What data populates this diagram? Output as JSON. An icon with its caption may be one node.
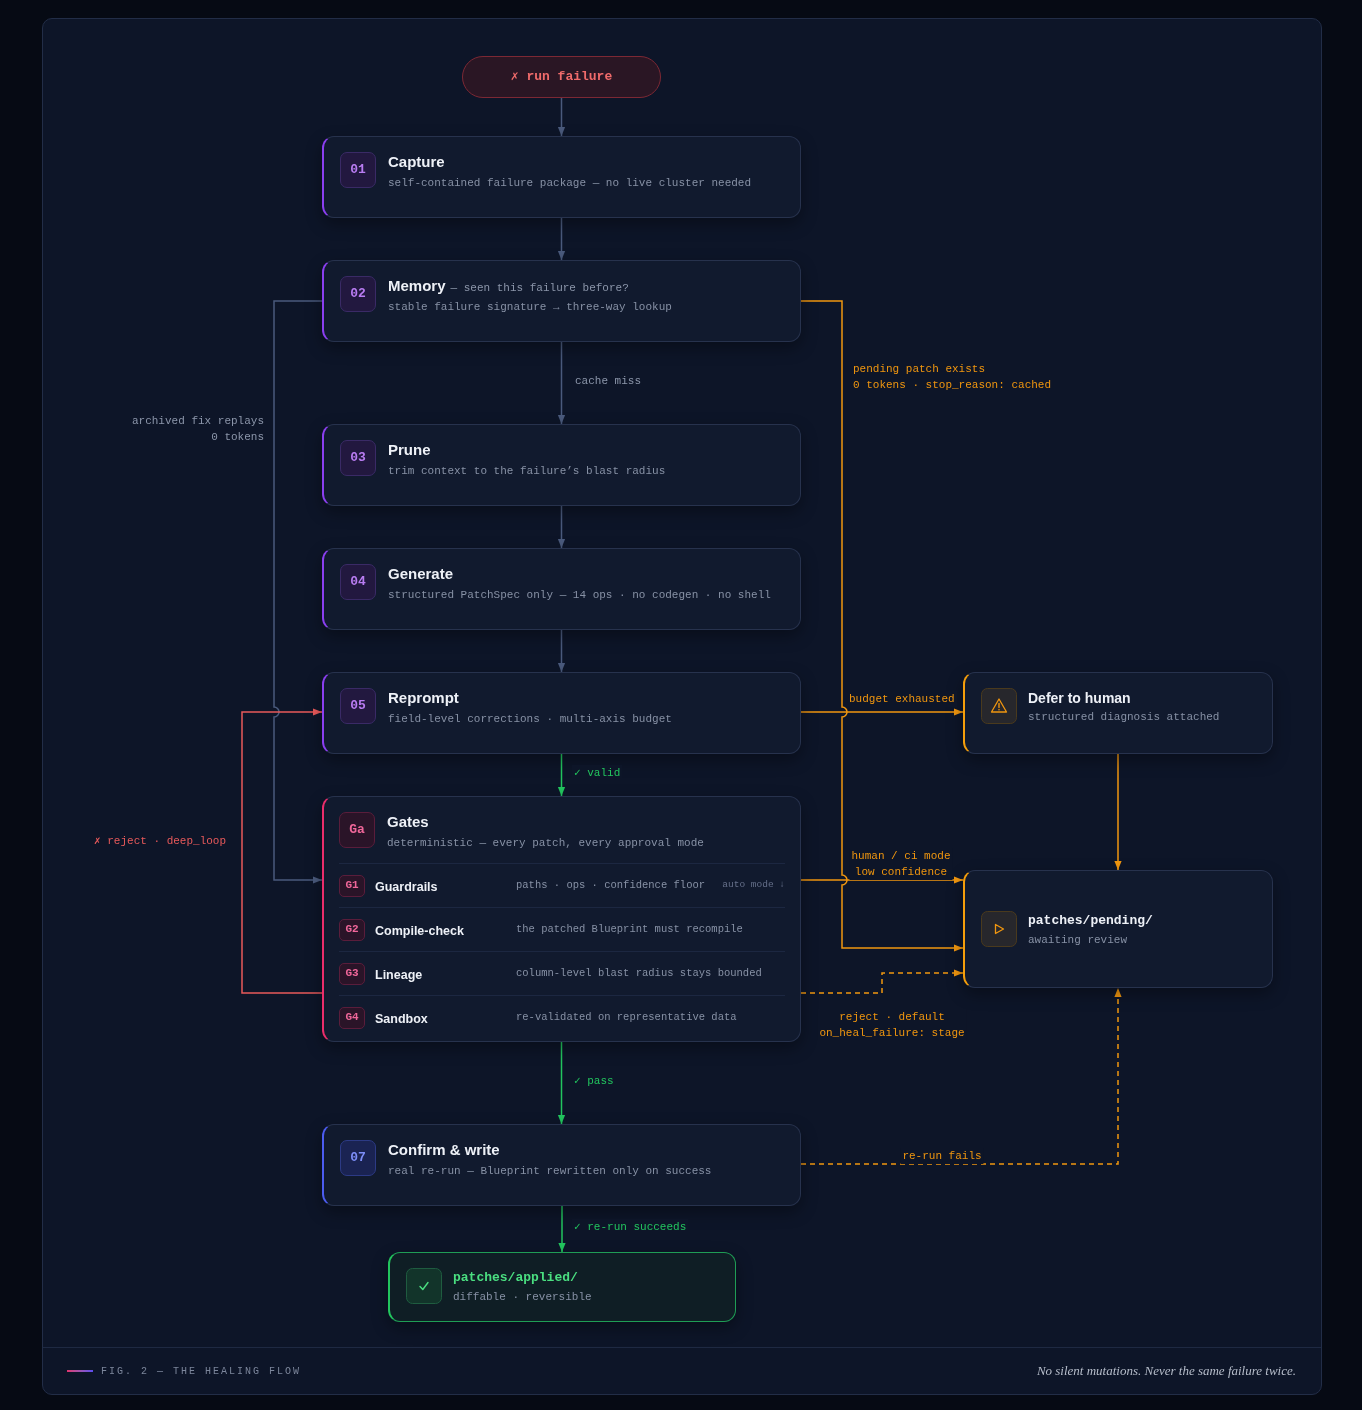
{
  "diagram": {
    "caption": "FIG. 2 — THE HEALING FLOW",
    "nodes": [
      {
        "text": [
          "✗ run failure"
        ]
      },
      {
        "text": [
          "01",
          "Capture",
          "self-contained failure package — no live cluster needed"
        ]
      },
      {
        "text": [
          "02",
          "Memory",
          "— seen this failure before?",
          "stable failure signature → three-way lookup"
        ]
      },
      {
        "text": [
          "03",
          "Prune",
          "trim context to the failure’s blast radius"
        ]
      },
      {
        "text": [
          "04",
          "Generate",
          "structured PatchSpec only — 14 ops · no codegen · no shell"
        ]
      },
      {
        "text": [
          "05",
          "Reprompt",
          "field-level corrections · multi-axis budget"
        ]
      },
      {
        "text": [
          "Ga",
          "Gates",
          "deterministic — every patch, every approval mode"
        ]
      },
      {
        "text": [
          "G1",
          "Guardrails",
          "paths · ops · confidence floor",
          "auto mode ↓"
        ],
        "in": 6
      },
      {
        "text": [
          "G2",
          "Compile-check",
          "the patched Blueprint must recompile"
        ],
        "in": 6
      },
      {
        "text": [
          "G3",
          "Lineage",
          "column-level blast radius stays bounded"
        ],
        "in": 6
      },
      {
        "text": [
          "G4",
          "Sandbox",
          "re-validated on representative data"
        ],
        "in": 6
      },
      {
        "text": [
          "Defer to human",
          "structured diagnosis attached"
        ]
      },
      {
        "text": [
          "patches/pending/",
          "awaiting review"
        ]
      },
      {
        "text": [
          "07",
          "Confirm & write",
          "real re-run — Blueprint rewritten only on success"
        ]
      },
      {
        "text": [
          "patches/applied/",
          "diffable · reversible"
        ]
      }
    ],
    "edges": [
      {
        "from": 0,
        "to": 1,
        "arrow": "to"
      },
      {
        "from": 1,
        "to": 2,
        "arrow": "to"
      },
      {
        "from": 2,
        "to": 3,
        "arrow": "to",
        "label": "cache miss"
      },
      {
        "from": 3,
        "to": 4,
        "arrow": "to"
      },
      {
        "from": 4,
        "to": 5,
        "arrow": "to"
      },
      {
        "from": 5,
        "to": 6,
        "arrow": "to",
        "label": "✓ valid",
        "color": "#22c55e"
      },
      {
        "from": 6,
        "to": 13,
        "arrow": "to",
        "label": "✓ pass",
        "color": "#22c55e"
      },
      {
        "from": 13,
        "to": 14,
        "arrow": "to",
        "label": "✓ re-run succeeds",
        "color": "#22c55e"
      },
      {
        "from": 2,
        "to": 6,
        "arrow": "to",
        "label": "archived fix replays 0 tokens"
      },
      {
        "from": 6,
        "to": 5,
        "arrow": "to",
        "label": "✗ reject · deep_loop",
        "color": "#e8595a"
      },
      {
        "from": 2,
        "to": 12,
        "arrow": "to",
        "label": "pending patch exists 0 tokens · stop_reason: cached",
        "color": "#f0960f"
      },
      {
        "from": 5,
        "to": 11,
        "arrow": "to",
        "label": "budget exhausted",
        "color": "#f0960f"
      },
      {
        "from": 11,
        "to": 12,
        "arrow": "to",
        "color": "#f0960f"
      },
      {
        "from": 6,
        "to": 12,
        "arrow": "to",
        "label": "human / ci mode low confidence",
        "color": "#f0960f"
      },
      {
        "from": 6,
        "to": 12,
        "arrow": "to",
        "label": "reject · default on_heal_failure: stage",
        "style": "dashed",
        "color": "#f0960f"
      },
      {
        "from": 13,
        "to": 12,
        "arrow": "to",
        "label": "re-run fails",
        "style": "dashed",
        "color": "#f0960f"
      }
    ],
    "labels": [
      "No silent mutations. Never the same failure twice."
    ]
  }
}
